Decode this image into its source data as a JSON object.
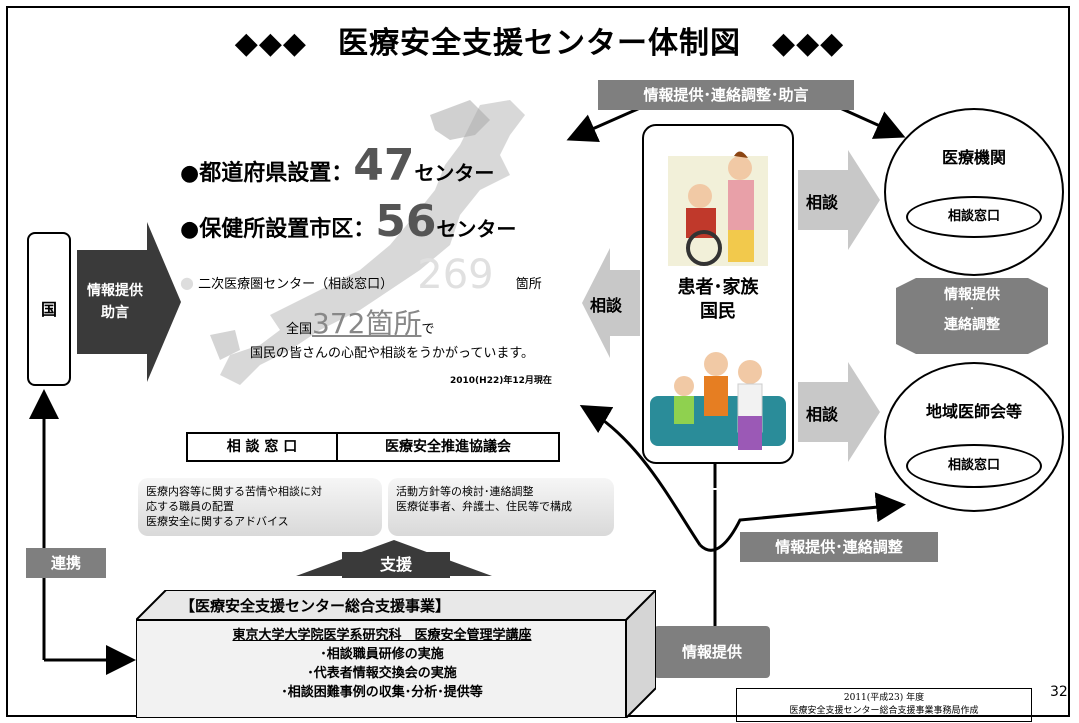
{
  "title": "◆◆◆　医療安全支援センター体制図　◆◆◆",
  "top_label": "情報提供･連絡調整･助言",
  "japan_stats": {
    "line1_label": "●都道府県設置：",
    "line1_num": "47",
    "line1_unit": "センター",
    "line2_label": "●保健所設置市区：",
    "line2_num": "56",
    "line2_unit": "センター",
    "line3_label": "二次医療圏センター（相談窓口）",
    "line3_num": "269",
    "line3_unit": "箇所",
    "line4_prefix": "全国",
    "line4_num": "372箇所",
    "line4_suffix": "で",
    "line5": "国民の皆さんの心配や相談をうかがっています。",
    "date": "2010(H22)年12月現在"
  },
  "kuni": "国",
  "kuni_arrow_label_1": "情報提供",
  "kuni_arrow_label_2": "助言",
  "patient_box": {
    "line1": "患者･家族",
    "line2": "国民"
  },
  "soudan": "相談",
  "iryo_kikan": {
    "title": "医療機関",
    "window": "相談窓口"
  },
  "chiiki": {
    "title": "地域医師会等",
    "window": "相談窓口"
  },
  "right_mid_label_1": "情報提供",
  "right_mid_label_dot": "･",
  "right_mid_label_2": "連絡調整",
  "soudan_madoguchi_header": "相 談 窓 口",
  "kyogikai_header": "医療安全推進協議会",
  "left_desc": [
    "医療内容等に関する苦情や相談に対",
    "応する職員の配置",
    "医療安全に関するアドバイス"
  ],
  "right_desc": [
    "活動方針等の検討･連絡調整",
    "医療従事者、弁護士、住民等で構成"
  ],
  "shien": "支援",
  "renkei": "連携",
  "joho_renraku": "情報提供･連絡調整",
  "joho_teikyo": "情報提供",
  "bottom_box": {
    "header": "【医療安全支援センター総合支援事業】",
    "line1": "東京大学大学院医学系研究科　医療安全管理学講座",
    "line2": "･相談職員研修の実施",
    "line3": "･代表者情報交換会の実施",
    "line4": "･相談困難事例の収集･分析･提供等"
  },
  "page_number": "32",
  "footer_1": "2011(平成23) 年度",
  "footer_2": "医療安全支援センター総合支援事業事務局作成"
}
